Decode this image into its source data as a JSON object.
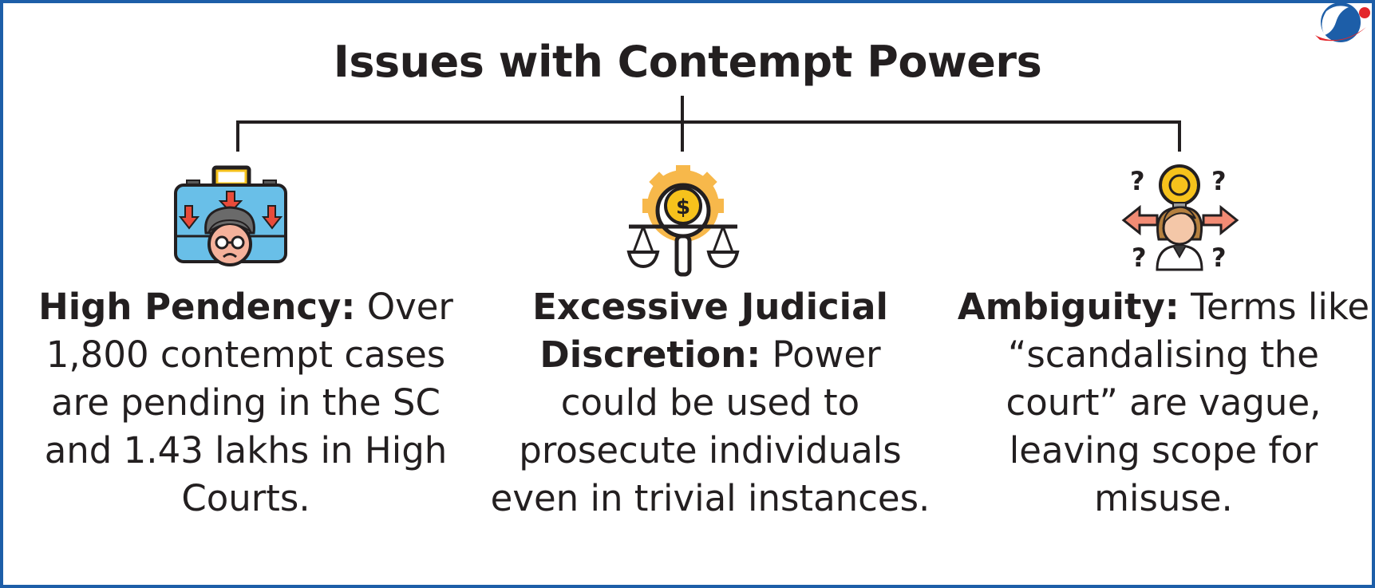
{
  "title": "Issues with Contempt Powers",
  "colors": {
    "border": "#1d5ea8",
    "text": "#231f20",
    "logo_blue": "#1d5ea8",
    "logo_red": "#e3262b"
  },
  "items": [
    {
      "heading": "High Pendency:",
      "body": "Over 1,800 contempt cases are pending in the SC and 1.43 lakhs in High Courts.",
      "icon": "briefcase-worried-person-icon"
    },
    {
      "heading": "Excessive Judicial Discretion:",
      "body": "Power could be used to prosecute individuals even in trivial instances.",
      "icon": "scales-magnifier-dollar-icon"
    },
    {
      "heading": "Ambiguity:",
      "body": "Terms like “scandalising the court” are vague, leaving scope for misuse.",
      "icon": "confused-person-lightbulb-icon"
    }
  ]
}
